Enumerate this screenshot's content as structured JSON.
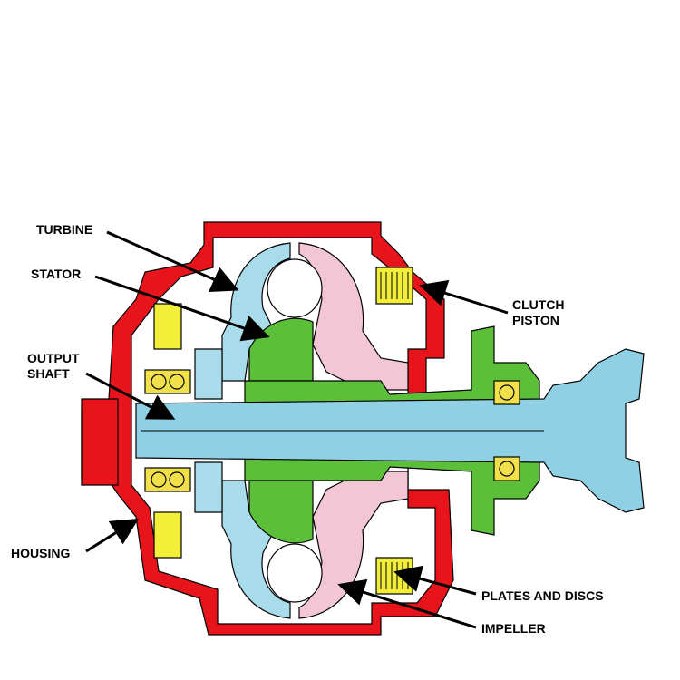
{
  "labels": {
    "turbine": "TURBINE",
    "stator": "STATOR",
    "output_shaft_line1": "OUTPUT",
    "output_shaft_line2": "SHAFT",
    "housing": "HOUSING",
    "clutch_piston_line1": "CLUTCH",
    "clutch_piston_line2": "PISTON",
    "plates_and_discs": "PLATES AND DISCS",
    "impeller": "IMPELLER"
  },
  "colors": {
    "housing": "#e8141c",
    "turbine": "#a8dcea",
    "stator": "#5cbf3a",
    "impeller": "#f3c6d6",
    "shaft": "#8fd0e4",
    "clutch": "#f2ee3a",
    "bearing": "#f2e04a",
    "background": "#ffffff"
  }
}
